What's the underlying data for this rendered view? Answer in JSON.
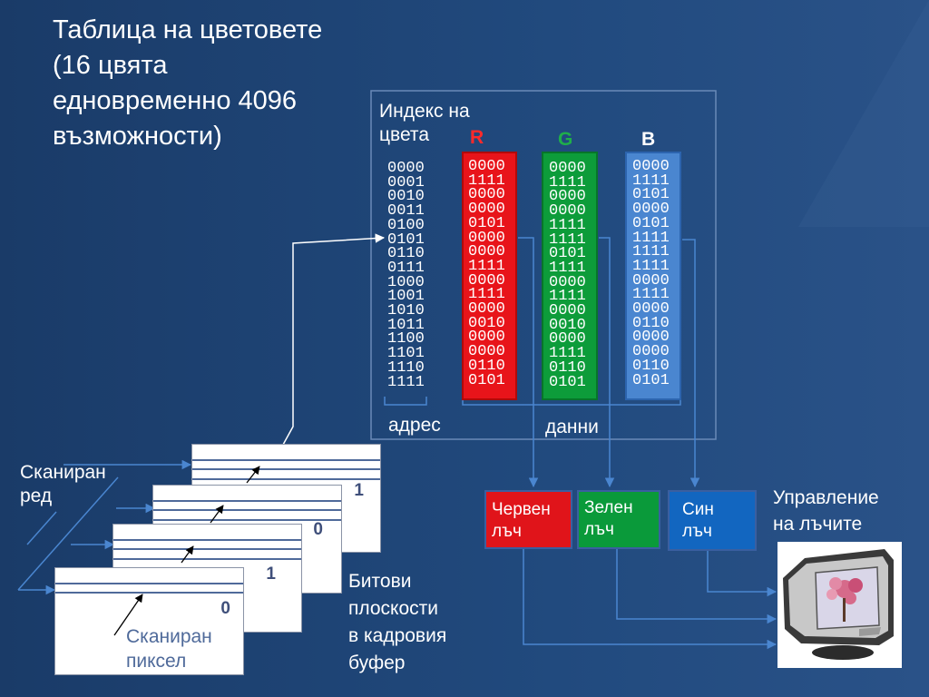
{
  "title": "Таблица на цветовете\n(16 цвята\nедновременно 4096\nвъзможности)",
  "lookup_table": {
    "index_label": "Индекс на\nцвета",
    "address_label": "адрес",
    "data_label": "данни",
    "headers": {
      "r": "R",
      "g": "G",
      "b": "B"
    },
    "index": [
      "0000",
      "0001",
      "0010",
      "0011",
      "0100",
      "0101",
      "0110",
      "0111",
      "1000",
      "1001",
      "1010",
      "1011",
      "1100",
      "1101",
      "1110",
      "1111"
    ],
    "r": [
      "0000",
      "1111",
      "0000",
      "0000",
      "0101",
      "0000",
      "0000",
      "1111",
      "0000",
      "1111",
      "0000",
      "0010",
      "0000",
      "0000",
      "0110",
      "0101"
    ],
    "g": [
      "0000",
      "1111",
      "0000",
      "0000",
      "1111",
      "1111",
      "0101",
      "1111",
      "0000",
      "1111",
      "0000",
      "0010",
      "0000",
      "1111",
      "0110",
      "0101"
    ],
    "b": [
      "0000",
      "1111",
      "0101",
      "0000",
      "0101",
      "1111",
      "1111",
      "1111",
      "0000",
      "1111",
      "0000",
      "0110",
      "0000",
      "0000",
      "0110",
      "0101"
    ]
  },
  "scan_line_label": "Сканиран\nред",
  "scan_pixel_label": "Сканиран\nпиксел",
  "bit_planes_label": "Битови\nплоскости\nв кадровия\nбуфер",
  "plane_bits": [
    "0",
    "1",
    "0",
    "1"
  ],
  "beams": {
    "red": "Червен\nлъч",
    "green": "Зелен\nлъч",
    "blue": "Син\nлъч"
  },
  "beam_control_label": "Управление\nна лъчите",
  "colors": {
    "background": "#1f4475",
    "red_column": "#e8141a",
    "green_column": "#0d9c3a",
    "blue_column": "#4a86d0",
    "r_header": "#ff2a2a",
    "g_header": "#1fae4a",
    "b_header": "#ffffff",
    "red_beam": "#e0141a",
    "green_beam": "#0a9a3a",
    "blue_beam": "#1266c0"
  }
}
